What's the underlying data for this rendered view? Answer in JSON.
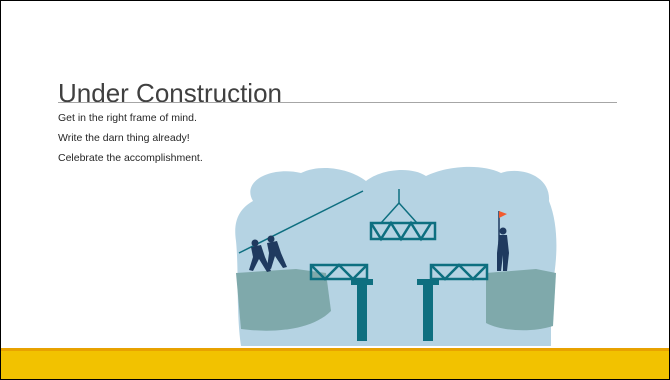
{
  "slide": {
    "title": "Under Construction",
    "bullets": [
      "Get in the right frame of mind.",
      "Write the darn thing already!",
      "Celebrate the accomplishment."
    ]
  },
  "illustration": {
    "icon": "bridge-construction-illustration",
    "colors": {
      "sky": "#b5d3e3",
      "cliff": "#7fa9ab",
      "bridge": "#0e6f80",
      "figures": "#1f3a5f",
      "flag": "#f25a2e"
    }
  },
  "theme": {
    "footer_color": "#f2c200",
    "footer_accent": "#e8a200"
  }
}
